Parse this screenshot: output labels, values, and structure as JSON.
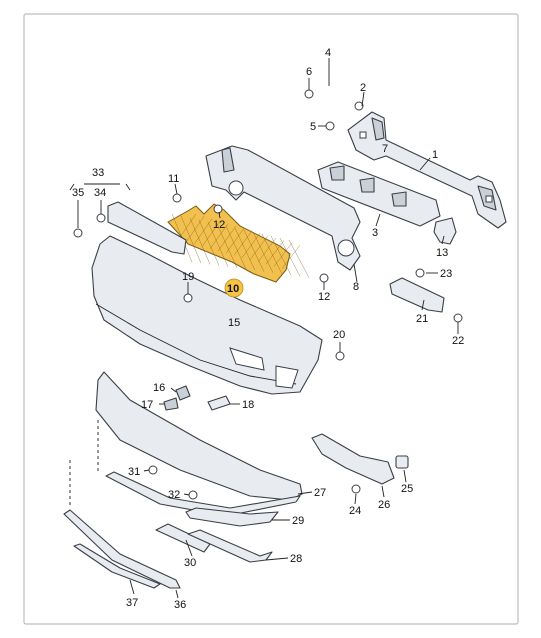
{
  "labels": [
    {
      "text": "1"
    },
    {
      "text": "2"
    },
    {
      "text": "3"
    },
    {
      "text": "4"
    },
    {
      "text": "5"
    },
    {
      "text": "6"
    },
    {
      "text": "7"
    },
    {
      "text": "8"
    },
    {
      "text": "10"
    },
    {
      "text": "11"
    },
    {
      "text": "12"
    },
    {
      "text": "12"
    },
    {
      "text": "13"
    },
    {
      "text": "15"
    },
    {
      "text": "16"
    },
    {
      "text": "17"
    },
    {
      "text": "18"
    },
    {
      "text": "19"
    },
    {
      "text": "20"
    },
    {
      "text": "21"
    },
    {
      "text": "22"
    },
    {
      "text": "23"
    },
    {
      "text": "24"
    },
    {
      "text": "25"
    },
    {
      "text": "26"
    },
    {
      "text": "27"
    },
    {
      "text": "28"
    },
    {
      "text": "29"
    },
    {
      "text": "30"
    },
    {
      "text": "31"
    },
    {
      "text": "32"
    },
    {
      "text": "33"
    },
    {
      "text": "34"
    },
    {
      "text": "35"
    },
    {
      "text": "36"
    },
    {
      "text": "37"
    }
  ],
  "highlight_color": "#f5c445",
  "highlighted_part": "10"
}
